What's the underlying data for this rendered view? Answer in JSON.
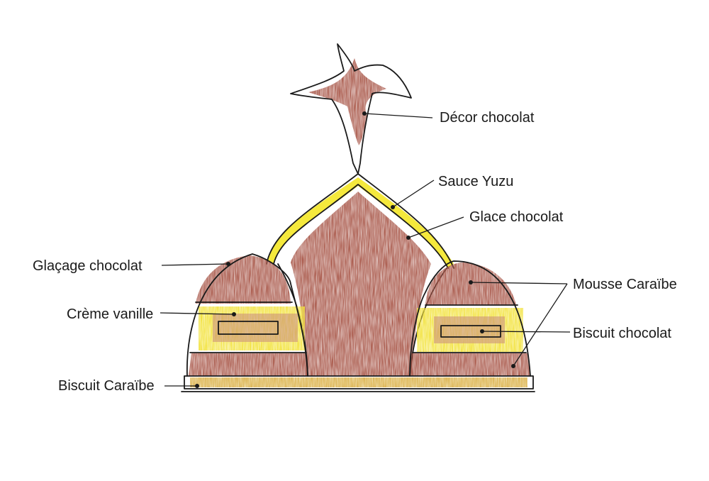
{
  "labels": {
    "decor_chocolat": "Décor chocolat",
    "sauce_yuzu": "Sauce Yuzu",
    "glace_chocolat": "Glace chocolat",
    "glacage_chocolat": "Glaçage chocolat",
    "mousse_caraibe": "Mousse Caraïbe",
    "creme_vanille": "Crème vanille",
    "biscuit_chocolat": "Biscuit chocolat",
    "biscuit_caraibe": "Biscuit Caraïbe"
  },
  "colors": {
    "chocolate": "#a9584a",
    "chocolate_dark": "#8e4538",
    "chocolate_light": "#c98a7c",
    "yellow": "#f2e23a",
    "yuzu": "#f5e93c",
    "ink": "#1a1a1a",
    "background": "#ffffff"
  }
}
